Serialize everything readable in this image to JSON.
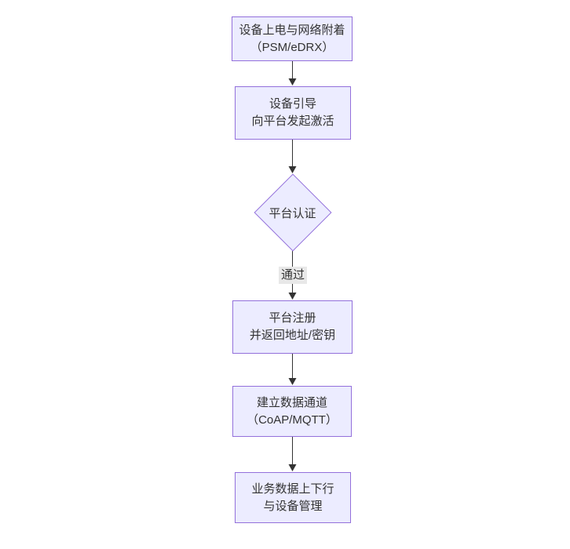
{
  "diagram": {
    "type": "flowchart",
    "direction": "top-down",
    "colors": {
      "background": "#ffffff",
      "node_fill": "#ECECFF",
      "node_border": "#9370DB",
      "text": "#333333",
      "connector": "#333333",
      "edge_label_bg": "#e8e8e8"
    },
    "nodes": [
      {
        "id": "power-attach",
        "shape": "rect",
        "lines": [
          "设备上电与网络附着",
          "（PSM/eDRX）"
        ]
      },
      {
        "id": "bootstrap",
        "shape": "rect",
        "lines": [
          "设备引导",
          "向平台发起激活"
        ]
      },
      {
        "id": "platform-auth",
        "shape": "diamond",
        "lines": [
          "平台认证"
        ]
      },
      {
        "id": "register",
        "shape": "rect",
        "lines": [
          "平台注册",
          "并返回地址/密钥"
        ]
      },
      {
        "id": "data-channel",
        "shape": "rect",
        "lines": [
          "建立数据通道",
          "（CoAP/MQTT）"
        ]
      },
      {
        "id": "business",
        "shape": "rect",
        "lines": [
          "业务数据上下行",
          "与设备管理"
        ]
      }
    ],
    "edges": [
      {
        "from": "power-attach",
        "to": "bootstrap"
      },
      {
        "from": "bootstrap",
        "to": "platform-auth"
      },
      {
        "from": "platform-auth",
        "to": "register",
        "label": "通过"
      },
      {
        "from": "register",
        "to": "data-channel"
      },
      {
        "from": "data-channel",
        "to": "business"
      }
    ]
  }
}
